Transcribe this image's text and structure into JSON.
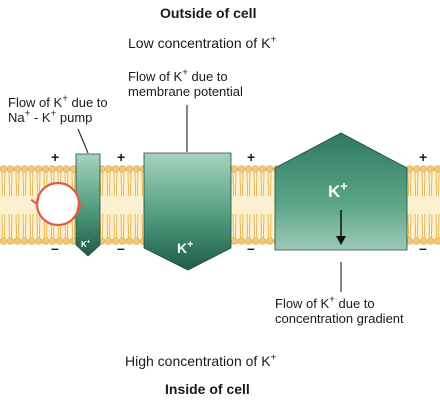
{
  "title_top": "Outside of cell",
  "subtitle_top": {
    "text": "Low concentration of K",
    "sup": "+"
  },
  "title_bottom": "Inside of cell",
  "subtitle_bottom": {
    "text": "High concentration of K",
    "sup": "+"
  },
  "labels": {
    "pump_flow": {
      "line1a": "Flow of K",
      "line1sup": "+",
      "line1b": " due to",
      "line2a": "Na",
      "line2sup1": "+",
      "line2b": " - K",
      "line2sup2": "+",
      "line2c": " pump"
    },
    "membrane_flow": {
      "line1a": "Flow of K",
      "line1sup": "+",
      "line1b": " due to",
      "line2": "membrane potential"
    },
    "gradient_flow": {
      "line1a": "Flow of K",
      "line1sup": "+",
      "line1b": " due to",
      "line2": "concentration gradient"
    }
  },
  "channels": {
    "pump_channel": {
      "ion": "K",
      "sup": "+"
    },
    "potential_channel": {
      "ion": "K",
      "sup": "+"
    },
    "gradient_channel": {
      "ion": "K",
      "sup": "+"
    }
  },
  "pump": {
    "line1": "Na⁺ - K⁺",
    "line2": "Pump"
  },
  "charges": {
    "positive": "+",
    "negative": "–"
  },
  "colors": {
    "channel_dark": "#1e5c47",
    "channel_light": "#8fc2ac",
    "lipid_head": "#f2c879",
    "lipid_tail": "#f7dd9f",
    "pump_circle": "#e05a3f"
  }
}
